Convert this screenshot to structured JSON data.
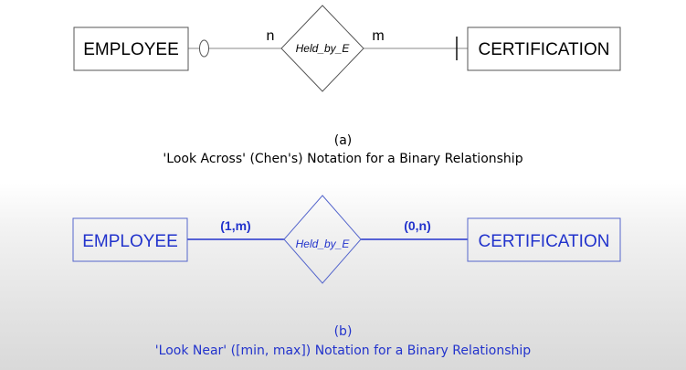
{
  "diagram_a": {
    "entity_left": "EMPLOYEE",
    "entity_right": "CERTIFICATION",
    "relationship": "Held_by_E",
    "card_left": "n",
    "card_right": "m",
    "caption_label": "(a)",
    "caption_text": "'Look Across' (Chen's) Notation for a Binary Relationship",
    "color": "#000000"
  },
  "diagram_b": {
    "entity_left": "EMPLOYEE",
    "entity_right": "CERTIFICATION",
    "relationship": "Held_by_E",
    "card_left": "(1,m)",
    "card_right": "(0,n)",
    "caption_label": "(b)",
    "caption_text": "'Look Near' ([min, max]) Notation for a Binary Relationship",
    "color": "#2233cc"
  }
}
